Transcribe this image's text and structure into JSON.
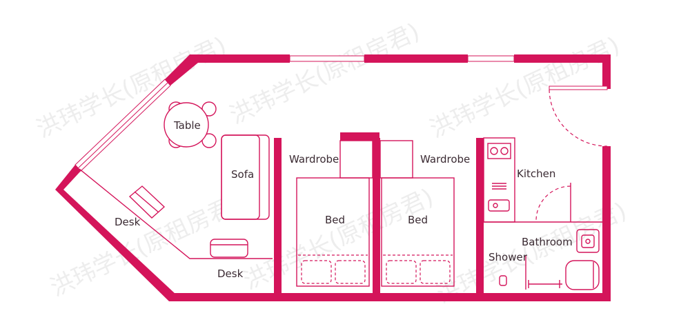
{
  "plan": {
    "accent_color": "#d4145a",
    "labels": {
      "table": "Table",
      "sofa": "Sofa",
      "desk_upper": "Desk",
      "desk_lower": "Desk",
      "wardrobe_1": "Wardrobe",
      "wardrobe_2": "Wardrobe",
      "bed_1": "Bed",
      "bed_2": "Bed",
      "kitchen": "Kitchen",
      "bathroom": "Bathroom",
      "shower": "Shower"
    },
    "watermark": "洪玮学长(原租房君)"
  }
}
